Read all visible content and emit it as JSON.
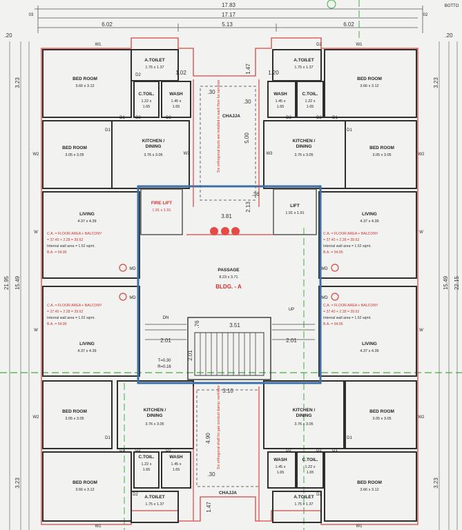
{
  "header": {
    "top_marker": "03",
    "right_marker": "02",
    "corner_label": "BOTTO"
  },
  "dimensions": {
    "overall_outer": "17.83",
    "overall_inner": "17.17",
    "left_width": "6.02",
    "center_width": "5.13",
    "right_width": "6.02",
    "top_small_left": ".20",
    "top_small_right": ".20",
    "left_height_top": "3.23",
    "right_height_top": "3.23",
    "left_height_bottom": "3.23",
    "right_height_bottom": "3.23",
    "total_height_left": "21.95",
    "inner_height_left": "15.49",
    "inner_height_right": "15.49",
    "total_height_right": "22.15",
    "chajja_depth_top": "1.47",
    "chajja_depth_bottom": "1.47",
    "chajja_offset_top": ".30",
    "chajja_offset_bottom": ".30",
    "duct_height_top": "5.00",
    "duct_height_bottom": "4.90",
    "duct_small_top": ".36",
    "core_vertical": "2.13",
    "passage_top_width": "3.81",
    "stair_top_offset": ".76",
    "stair_width": "3.51",
    "stair_landing_left": "2.01",
    "stair_landing_right": "2.01",
    "stair_vertical": "2.01",
    "lower_duct_width": "3.10",
    "wash_offset": "1.02",
    "wash_offset_2": "1.20"
  },
  "rooms": {
    "a_toilet": "A.TOILET",
    "a_toilet_dim": "1.75 x 1.37",
    "c_toil": "C.TOIL.",
    "c_toil_dim": "1.22 x\n1.65",
    "wash": "WASH",
    "wash_dim": "1.45 x\n1.65",
    "master_bed": "BED ROOM",
    "master_bed_dim": "3.66 x 3.12",
    "bed": "BED ROOM",
    "bed_dim": "3.05 x 3.05",
    "kitchen": "KITCHEN /\nDINING",
    "kitchen_dim": "3.76 x 3.05",
    "living": "LIVING",
    "living_dim": "4.37 x 4.39",
    "fire_lift": "FIRE LIFT",
    "fire_lift_dim": "1.91 x 1.91",
    "lift": "LIFT",
    "lift_dim": "1.91 x 1.91",
    "passage": "PASSAGE",
    "passage_dim": "8.23 x 3.71",
    "bldg": "BLDG. - A",
    "chajja": "CHAJJA"
  },
  "tags": {
    "w": "W",
    "w1": "W1",
    "w2": "W2",
    "w3": "W3",
    "d1": "D1",
    "d2": "D2",
    "md": "MD",
    "dn": "DN",
    "up": "UP",
    "t_label": "T=0.30",
    "r_label": "R=0.16"
  },
  "notes": {
    "ca_line1": "C.A. = FLOOR AREA + BALCONY",
    "ca_line2": "= 37.40 + 2.28 = 39.62",
    "internal_wall": "Internal wall area = 1.52 sqmt.",
    "ba": "B.A. = 54.95",
    "duct_note": "Six orthogonal shaft for gas conduct &amp; ventilator",
    "duct_note_top": "Six orthogonal ducts are installed in each floor for services"
  }
}
